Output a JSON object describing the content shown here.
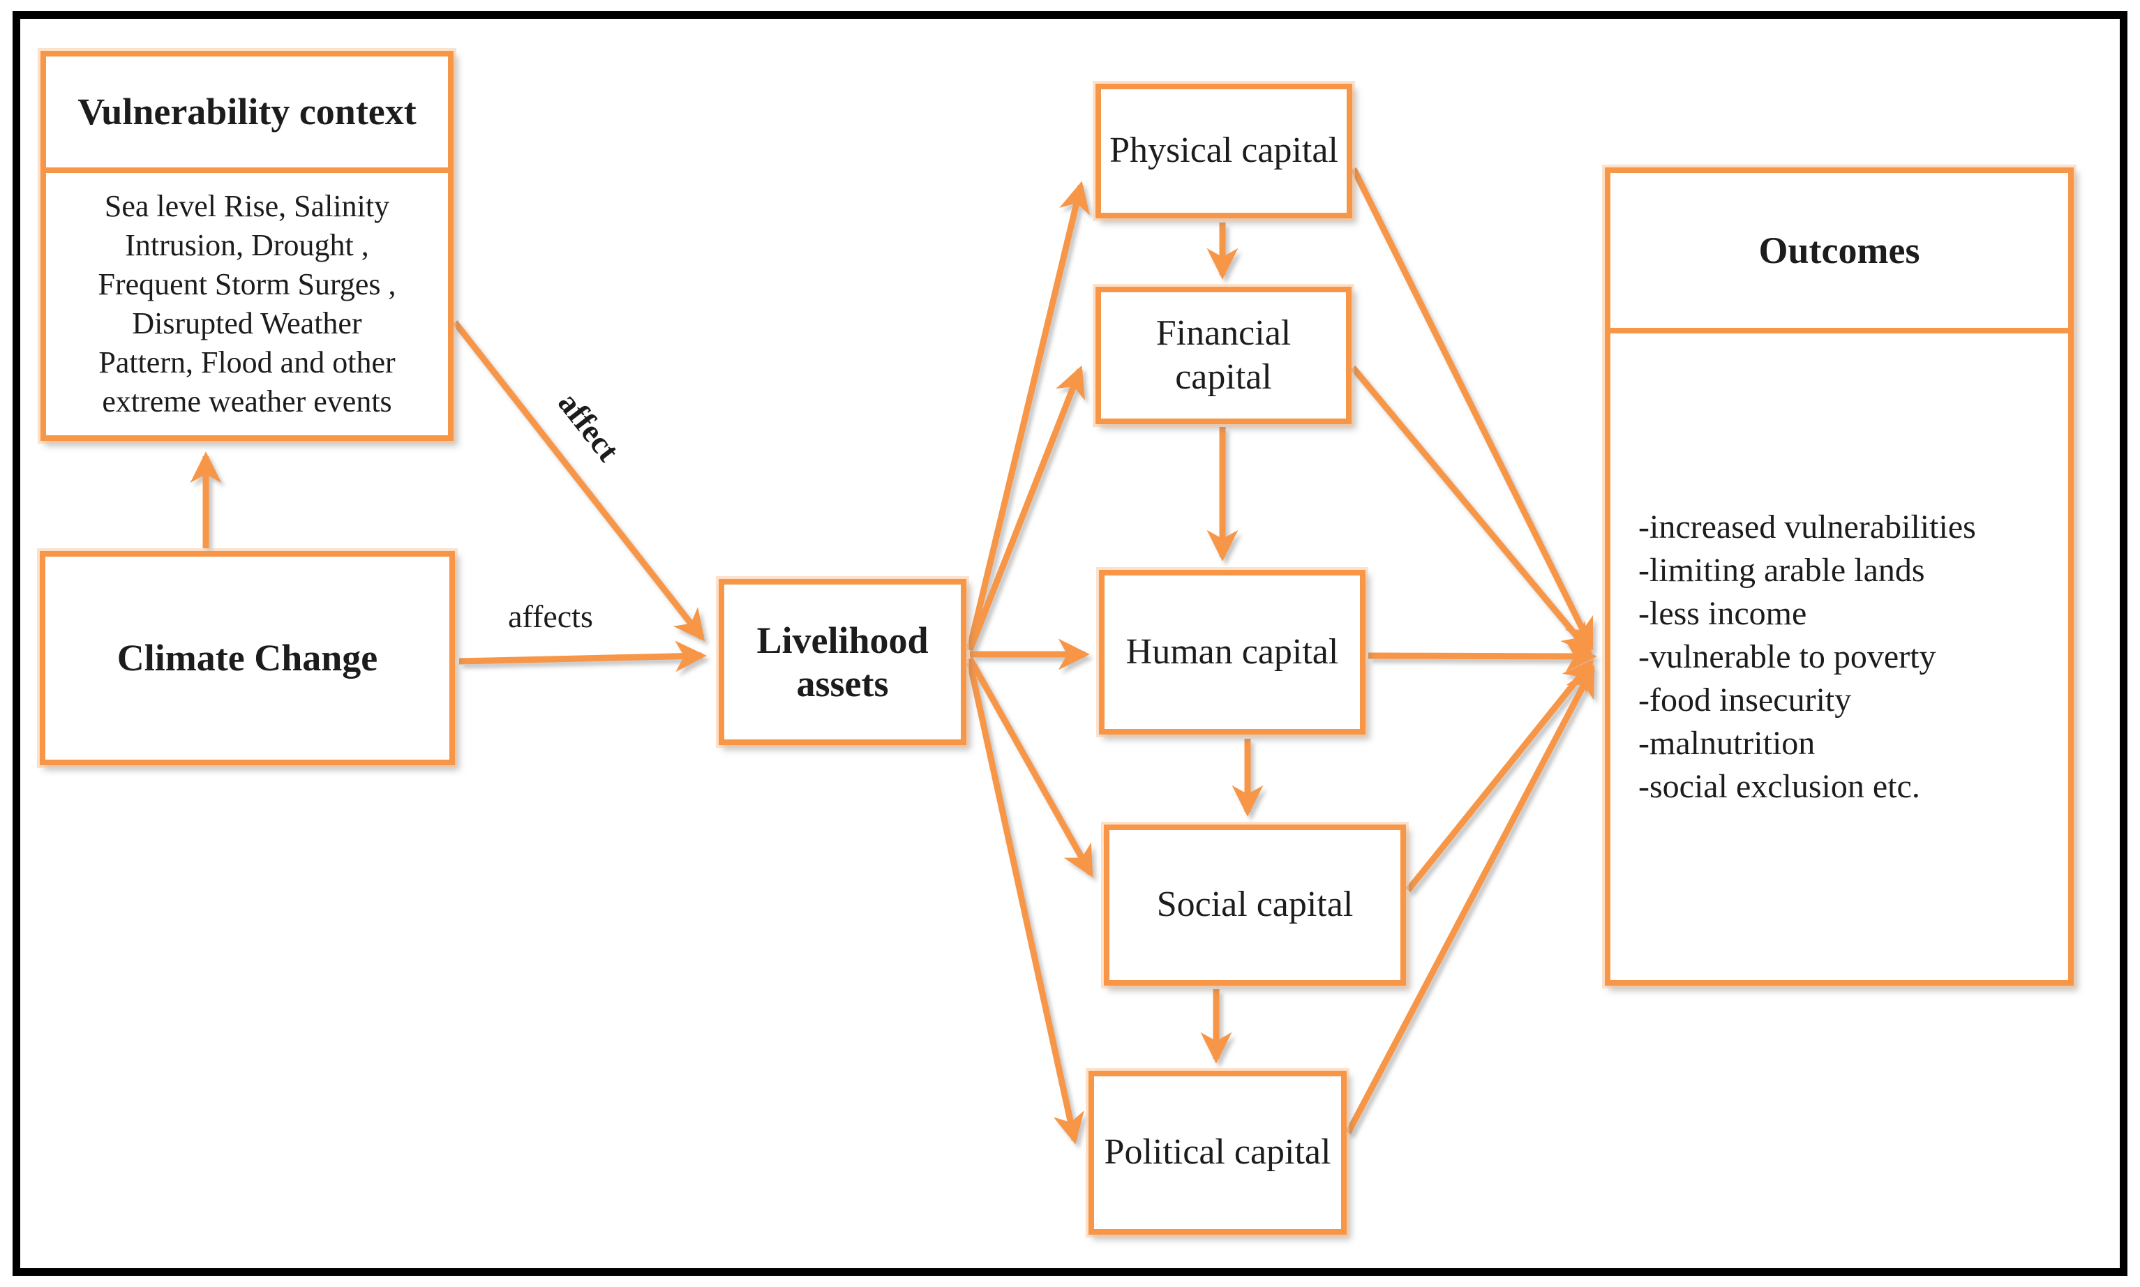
{
  "colors": {
    "accent": "#F79646",
    "halo": "#FBCBA0",
    "arrow_shadow": "#909090",
    "text": "#1C1C1C",
    "frame": "#000000",
    "background": "#FFFFFF"
  },
  "nodes": {
    "vulnerability": {
      "title": "Vulnerability context",
      "body_lines": [
        "Sea level Rise, Salinity",
        "Intrusion, Drought ,",
        "Frequent Storm Surges ,",
        "Disrupted Weather",
        "Pattern, Flood  and other",
        "extreme weather events"
      ]
    },
    "climate": {
      "label": "Climate Change"
    },
    "livelihood": {
      "label": "Livelihood\nassets"
    },
    "capitals": [
      "Physical capital",
      "Financial\ncapital",
      "Human capital",
      "Social capital",
      "Political capital"
    ],
    "outcomes": {
      "title": "Outcomes",
      "items": [
        "-increased vulnerabilities",
        "-limiting arable lands",
        "-less income",
        "-vulnerable to poverty",
        "-food insecurity",
        "-malnutrition",
        "-social exclusion etc."
      ]
    }
  },
  "edges": {
    "diagonal_label": "affect",
    "horizontal_label": "affects"
  }
}
